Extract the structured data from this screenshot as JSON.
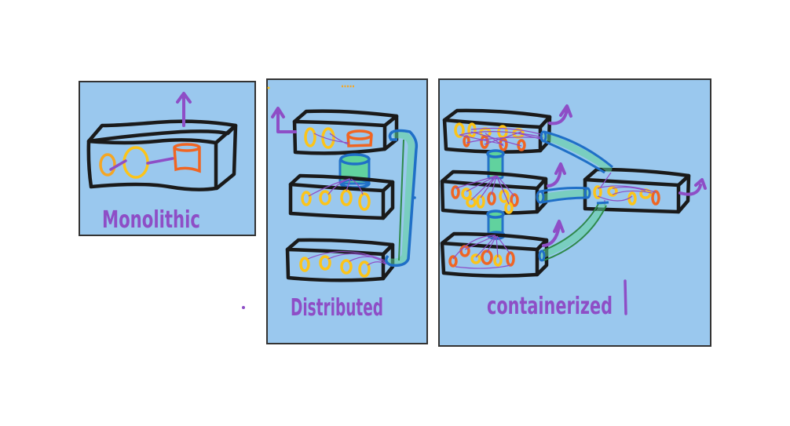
{
  "diagram": {
    "panels": [
      {
        "id": "monolithic",
        "label": "Monolithic"
      },
      {
        "id": "distributed",
        "label": "Distributed"
      },
      {
        "id": "containerized",
        "label": "containerized"
      }
    ]
  },
  "colors": {
    "panel_fill": "#9ac8ee",
    "outline": "#1a1a1a",
    "accent_purple": "#8e4ec6",
    "process_yellow": "#fcc419",
    "process_gold": "#f5a623",
    "database_orange": "#f06522",
    "queue_green": "#5fd39a",
    "queue_blue": "#1f6fc7"
  }
}
